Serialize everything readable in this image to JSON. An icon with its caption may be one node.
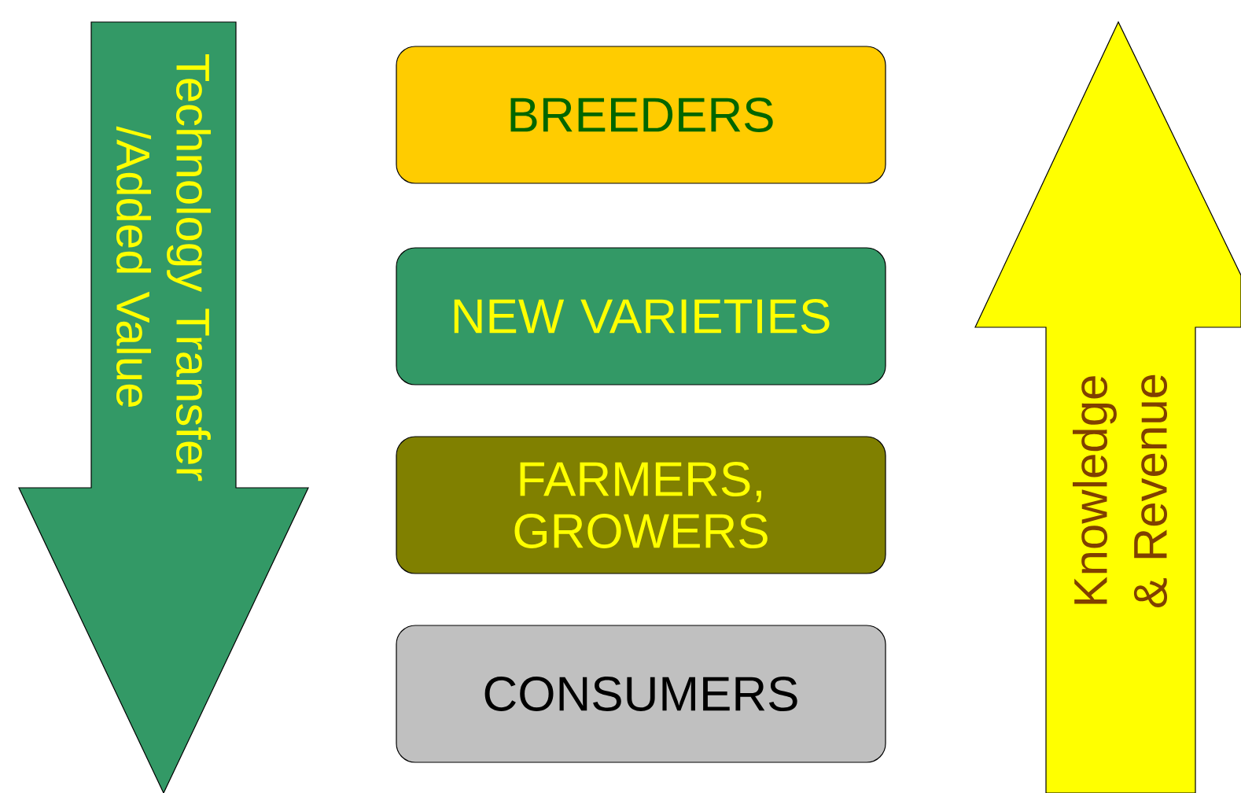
{
  "diagram": {
    "nodes": [
      {
        "text": [
          "Technology Transfer /Added Value"
        ]
      },
      {
        "text": [
          "BREEDERS"
        ]
      },
      {
        "text": [
          "NEW VARIETIES"
        ]
      },
      {
        "text": [
          "FARMERS, GROWERS"
        ]
      },
      {
        "text": [
          "CONSUMERS"
        ]
      },
      {
        "text": [
          "Knowledge & Revenue"
        ]
      }
    ]
  }
}
